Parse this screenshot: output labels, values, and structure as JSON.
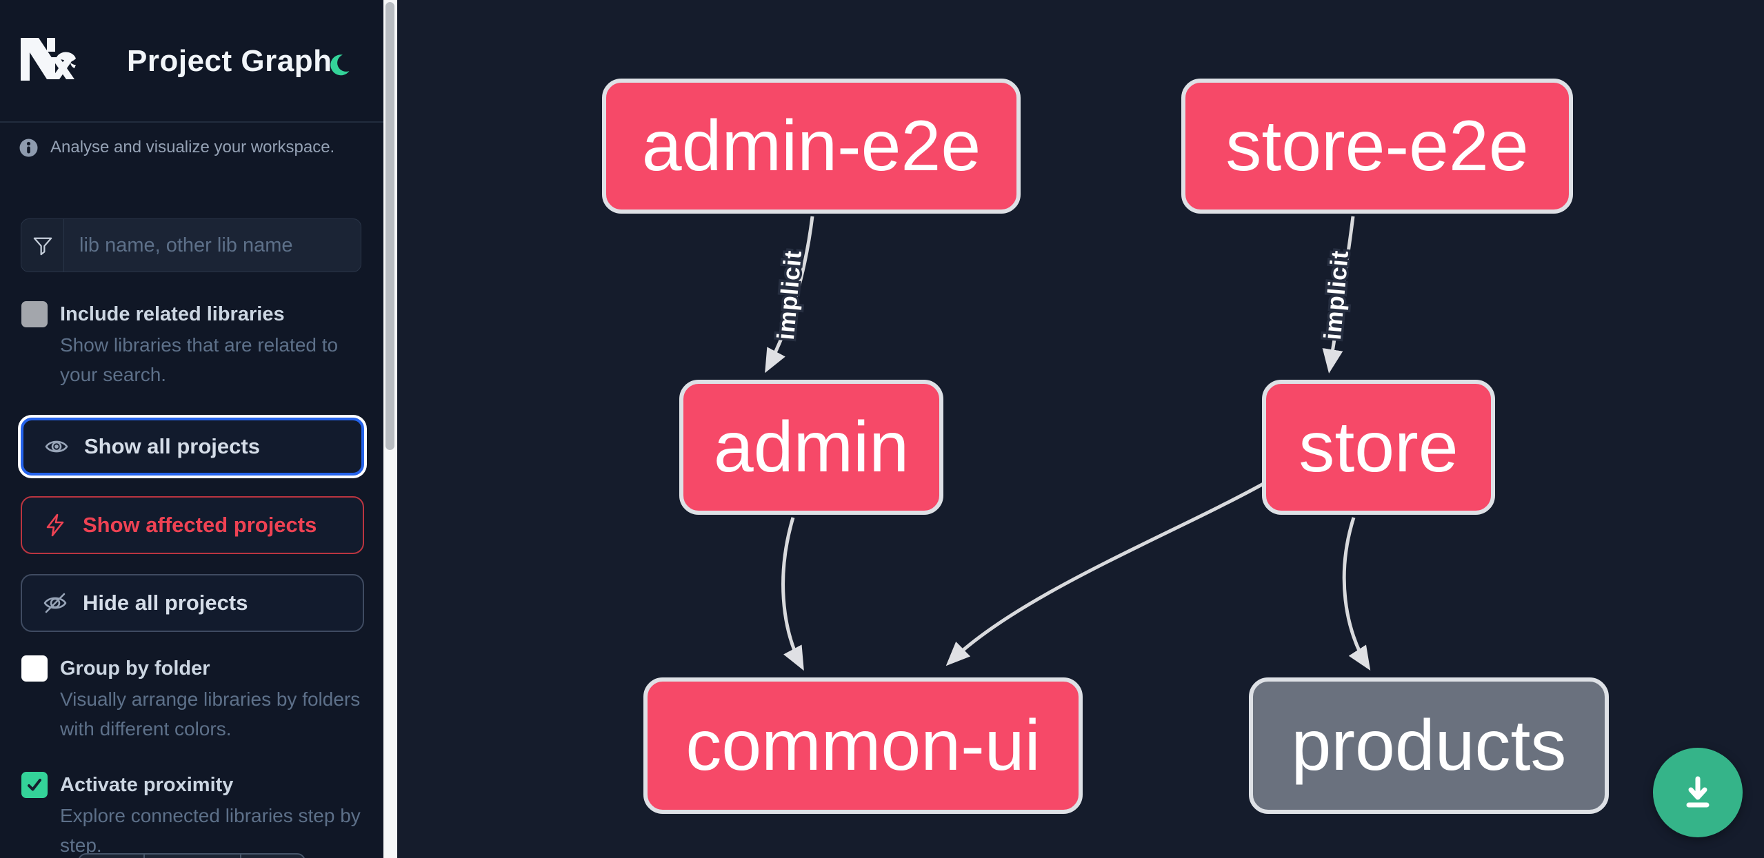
{
  "app": {
    "logo": "Nx",
    "title": "Project Graph",
    "theme_toggle_icon": "moon-icon"
  },
  "sidebar": {
    "tagline": "Analyse and visualize your workspace.",
    "search": {
      "placeholder": "lib name, other lib name",
      "icon": "funnel-icon",
      "value": ""
    },
    "toggles": [
      {
        "label": "Include related libraries",
        "description": "Show libraries that are related to your search.",
        "checked": false
      },
      {
        "label": "Group by folder",
        "description": "Visually arrange libraries by folders with different colors.",
        "checked": false
      },
      {
        "label": "Activate proximity",
        "description": "Explore connected libraries step by step.",
        "checked": true
      }
    ],
    "actions": [
      {
        "label": "Show all projects",
        "icon": "eye-icon",
        "state": "focused"
      },
      {
        "label": "Show affected projects",
        "icon": "bolt-icon",
        "state": "affected"
      },
      {
        "label": "Hide all projects",
        "icon": "eye-slash-icon",
        "state": "default"
      }
    ]
  },
  "graph": {
    "nodes": [
      {
        "id": "admin-e2e",
        "label": "admin-e2e",
        "color": "pink"
      },
      {
        "id": "store-e2e",
        "label": "store-e2e",
        "color": "pink"
      },
      {
        "id": "admin",
        "label": "admin",
        "color": "pink"
      },
      {
        "id": "store",
        "label": "store",
        "color": "pink"
      },
      {
        "id": "common-ui",
        "label": "common-ui",
        "color": "pink"
      },
      {
        "id": "products",
        "label": "products",
        "color": "gray"
      }
    ],
    "edges": [
      {
        "from": "admin-e2e",
        "to": "admin",
        "label": "implicit"
      },
      {
        "from": "store-e2e",
        "to": "store",
        "label": "implicit"
      },
      {
        "from": "admin",
        "to": "common-ui",
        "label": ""
      },
      {
        "from": "store",
        "to": "common-ui",
        "label": ""
      },
      {
        "from": "store",
        "to": "products",
        "label": ""
      }
    ]
  },
  "fab": {
    "icon": "download-icon"
  },
  "colors": {
    "sidebar_bg": "#101726",
    "canvas_bg": "#151c2c",
    "node_affected": "#f64968",
    "node_default": "#6a717e",
    "node_border": "#dee1e6",
    "edge": "#d9dadd",
    "accent_focus": "#2563eb",
    "accent_affected": "#ee4253",
    "accent_green": "#34d399",
    "fab_green": "#35b489"
  }
}
